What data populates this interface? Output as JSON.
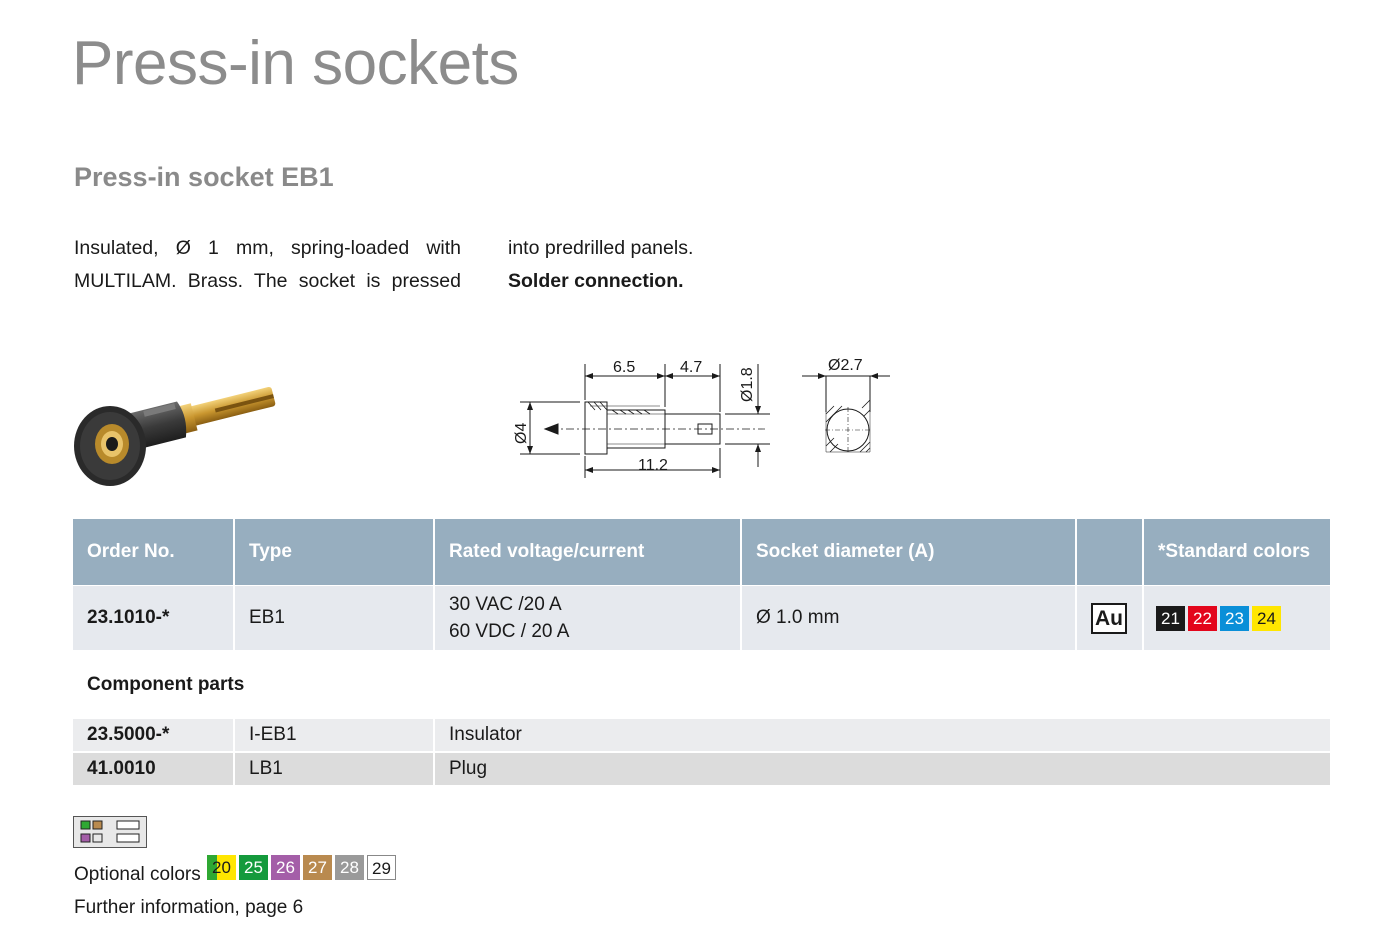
{
  "page_title": "Press-in sockets",
  "section_title": "Press-in socket EB1",
  "description": {
    "left_line1": "Insulated, Ø 1 mm, spring-loaded with",
    "left_line2": "MULTILAM. Brass. The socket is pressed",
    "right_line1": "into predrilled panels.",
    "right_line2": "Solder connection."
  },
  "drawing": {
    "dim_6_5": "6.5",
    "dim_4_7": "4.7",
    "dim_d1_8": "Ø1.8",
    "dim_d4": "Ø4",
    "dim_11_2": "11.2",
    "dim_d2_7": "Ø2.7"
  },
  "table": {
    "headers": [
      "Order No.",
      "Type",
      "Rated voltage/current",
      "Socket diameter (A)",
      "",
      "*Standard colors"
    ],
    "row": {
      "order_no": "23.1010-*",
      "type": "EB1",
      "voltage_line1": "30 VAC /20 A",
      "voltage_line2": "60 VDC / 20 A",
      "diameter": "Ø 1.0 mm",
      "plating": "Au",
      "colors": [
        {
          "code": "21",
          "color": "#1a1a1a"
        },
        {
          "code": "22",
          "color": "#e3051b"
        },
        {
          "code": "23",
          "color": "#0a8fd8"
        },
        {
          "code": "24",
          "color": "#ffe600"
        }
      ]
    }
  },
  "component_parts": {
    "heading": "Component parts",
    "rows": [
      {
        "order_no": "23.5000-*",
        "type": "I-EB1",
        "description": "Insulator"
      },
      {
        "order_no": "41.0010",
        "type": "LB1",
        "description": "Plug"
      }
    ]
  },
  "optional_colors": {
    "label": "Optional colors",
    "swatches": [
      {
        "code": "20",
        "color": "#ffe600",
        "color2": "#2fa833"
      },
      {
        "code": "25",
        "color": "#149a3c"
      },
      {
        "code": "26",
        "color": "#a45ea8"
      },
      {
        "code": "27",
        "color": "#b98a4f"
      },
      {
        "code": "28",
        "color": "#9a9a9a"
      },
      {
        "code": "29",
        "color": "#ffffff"
      }
    ]
  },
  "further_info": "Further information, page 6"
}
